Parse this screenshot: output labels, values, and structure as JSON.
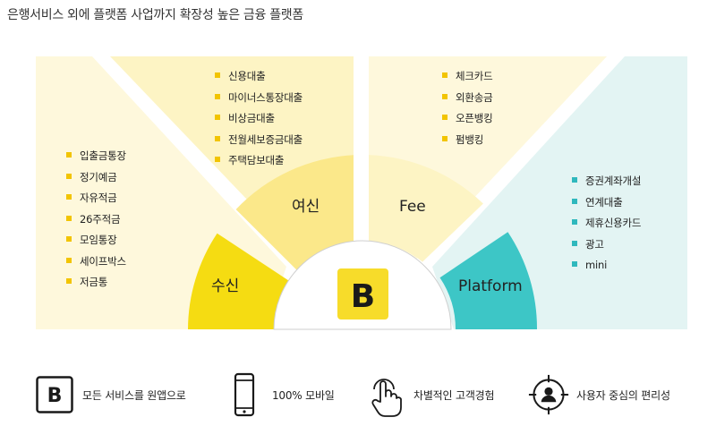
{
  "title": "은행서비스 외에 플랫폼 사업까지 확장성 높은 금융 플랫폼",
  "colors": {
    "yellow_dark": "#f5dc12",
    "yellow_mid": "#fbe88a",
    "yellow_light": "#fdf4c4",
    "yellow_lighter": "#fef8dc",
    "teal": "#3dc6c6",
    "teal_light": "#e3f4f3",
    "brand_yellow": "#f7dc2a"
  },
  "sectors": {
    "susin": {
      "label": "수신",
      "items": [
        "입출금통장",
        "정기예금",
        "자유적금",
        "26주적금",
        "모임통장",
        "세이프박스",
        "저금통"
      ]
    },
    "yeosin": {
      "label": "여신",
      "items": [
        "신용대출",
        "마이너스통장대출",
        "비상금대출",
        "전월세보증금대출",
        "주택담보대출"
      ]
    },
    "fee": {
      "label": "Fee",
      "items": [
        "체크카드",
        "외환송금",
        "오픈뱅킹",
        "펌뱅킹"
      ]
    },
    "platform": {
      "label": "Platform",
      "items": [
        "증권계좌개설",
        "연계대출",
        "제휴신용카드",
        "광고",
        "mini"
      ]
    }
  },
  "center_logo": {
    "letter": "B",
    "icon": "bank-logo-icon"
  },
  "features": [
    {
      "icon": "app-logo-icon",
      "label": "모든 서비스를 원앱으로"
    },
    {
      "icon": "smartphone-icon",
      "label": "100% 모바일"
    },
    {
      "icon": "touch-hand-icon",
      "label": "차별적인 고객경험"
    },
    {
      "icon": "user-target-icon",
      "label": "사용자 중심의 편리성"
    }
  ]
}
